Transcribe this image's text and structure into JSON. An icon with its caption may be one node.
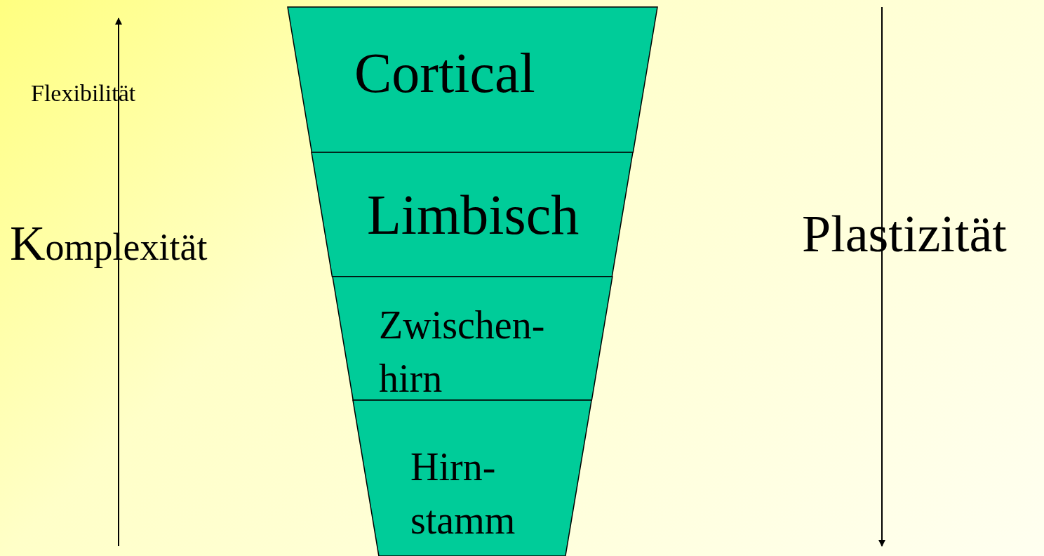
{
  "diagram": {
    "nodes": [
      {
        "text": [
          "Cortical"
        ]
      },
      {
        "text": [
          "Limbisch"
        ]
      },
      {
        "text": [
          "Zwischen- hirn"
        ]
      },
      {
        "text": [
          "Hirn- stamm"
        ]
      }
    ],
    "edges": [],
    "labels": [
      "Flexibilität",
      "Komplexität",
      "Plastizität"
    ]
  }
}
